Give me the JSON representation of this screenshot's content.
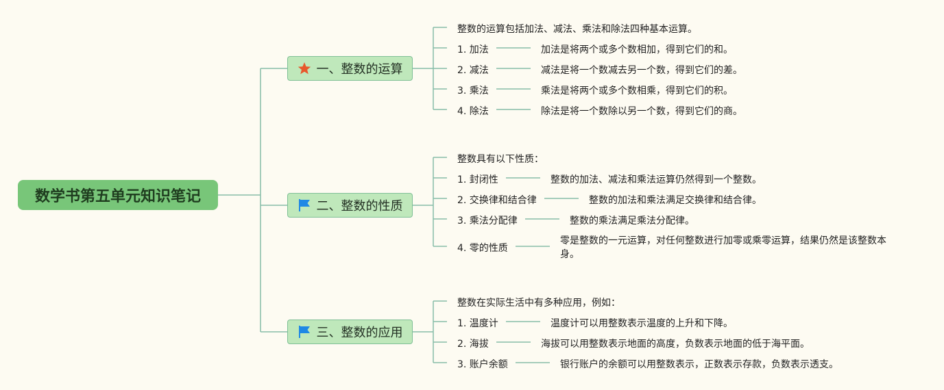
{
  "root": {
    "title": "数学书第五单元知识笔记"
  },
  "branches": [
    {
      "title": "一、整数的运算",
      "icon": "star-icon",
      "intro": "整数的运算包括加法、减法、乘法和除法四种基本运算。",
      "items": [
        {
          "label": "1. 加法",
          "desc": "加法是将两个或多个数相加，得到它们的和。"
        },
        {
          "label": "2. 减法",
          "desc": "减法是将一个数减去另一个数，得到它们的差。"
        },
        {
          "label": "3. 乘法",
          "desc": "乘法是将两个或多个数相乘，得到它们的积。"
        },
        {
          "label": "4. 除法",
          "desc": "除法是将一个数除以另一个数，得到它们的商。"
        }
      ]
    },
    {
      "title": "二、整数的性质",
      "icon": "flag-icon",
      "intro": "整数具有以下性质：",
      "items": [
        {
          "label": "1. 封闭性",
          "desc": "整数的加法、减法和乘法运算仍然得到一个整数。"
        },
        {
          "label": "2. 交换律和结合律",
          "desc": "整数的加法和乘法满足交换律和结合律。"
        },
        {
          "label": "3. 乘法分配律",
          "desc": "整数的乘法满足乘法分配律。"
        },
        {
          "label": "4. 零的性质",
          "desc": "零是整数的一元运算，对任何整数进行加零或乘零运算，结果仍然是该整数本身。"
        }
      ]
    },
    {
      "title": "三、整数的应用",
      "icon": "flag-icon",
      "intro": "整数在实际生活中有多种应用，例如：",
      "items": [
        {
          "label": "1. 温度计",
          "desc": "温度计可以用整数表示温度的上升和下降。"
        },
        {
          "label": "2. 海拔",
          "desc": "海拔可以用整数表示地面的高度，负数表示地面的低于海平面。"
        },
        {
          "label": "3. 账户余额",
          "desc": "银行账户的余额可以用整数表示，正数表示存款，负数表示透支。"
        }
      ]
    }
  ],
  "colors": {
    "background": "#fdfbf2",
    "root_fill": "#78c679",
    "branch_fill": "#bfe8bb",
    "connector": "#86bca8",
    "star": "#e8582c",
    "flag": "#1e88e5"
  }
}
